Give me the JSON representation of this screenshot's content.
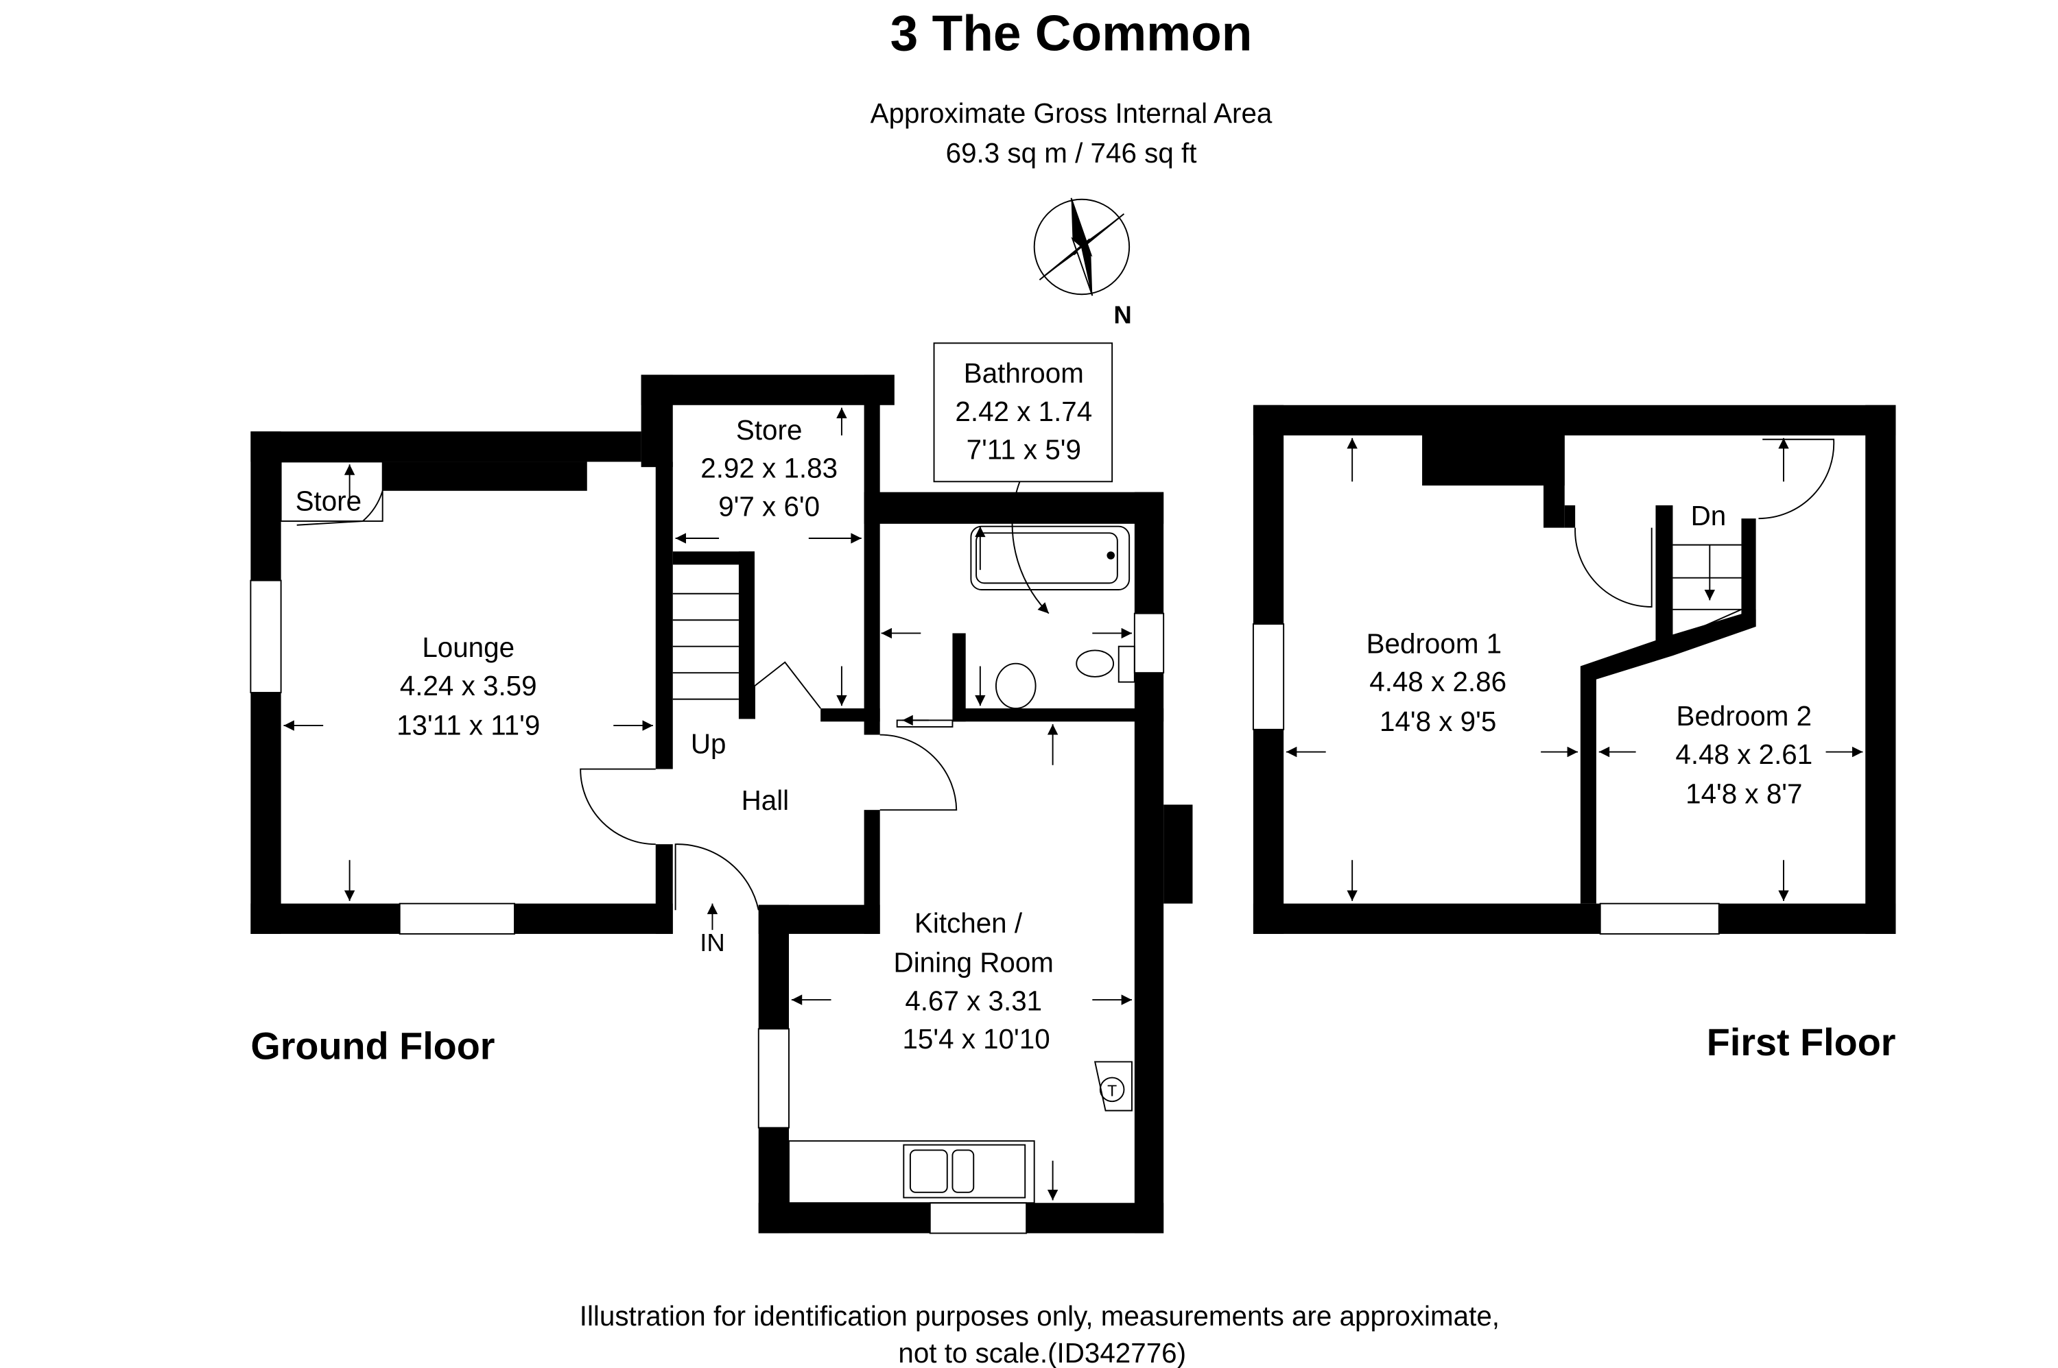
{
  "title": "3 The Common",
  "area": {
    "label": "Approximate Gross Internal Area",
    "value": "69.3 sq m / 746 sq ft"
  },
  "compass": {
    "label": "N",
    "icon": "compass-rose-icon"
  },
  "ground_floor": {
    "label": "Ground Floor",
    "rooms": {
      "lounge": {
        "name": "Lounge",
        "metric": "4.24 x 3.59",
        "imperial": "13'11 x 11'9"
      },
      "store_small": {
        "name": "Store"
      },
      "store": {
        "name": "Store",
        "metric": "2.92 x 1.83",
        "imperial": "9'7 x 6'0"
      },
      "bathroom": {
        "name": "Bathroom",
        "metric": "2.42 x 1.74",
        "imperial": "7'11 x 5'9"
      },
      "hall": {
        "name": "Hall"
      },
      "kitchen": {
        "name_line1": "Kitchen /",
        "name_line2": "Dining Room",
        "metric": "4.67 x 3.31",
        "imperial": "15'4 x 10'10"
      }
    },
    "stairs_label": "Up",
    "entrance_label": "IN",
    "boiler_label": "T"
  },
  "first_floor": {
    "label": "First Floor",
    "rooms": {
      "bedroom1": {
        "name": "Bedroom 1",
        "metric": "4.48 x 2.86",
        "imperial": "14'8 x 9'5"
      },
      "bedroom2": {
        "name": "Bedroom 2",
        "metric": "4.48 x 2.61",
        "imperial": "14'8 x 8'7"
      }
    },
    "stairs_label": "Dn"
  },
  "disclaimer": {
    "line1": "Illustration for identification purposes only, measurements are approximate,",
    "line2": "not to scale.(ID342776)"
  }
}
